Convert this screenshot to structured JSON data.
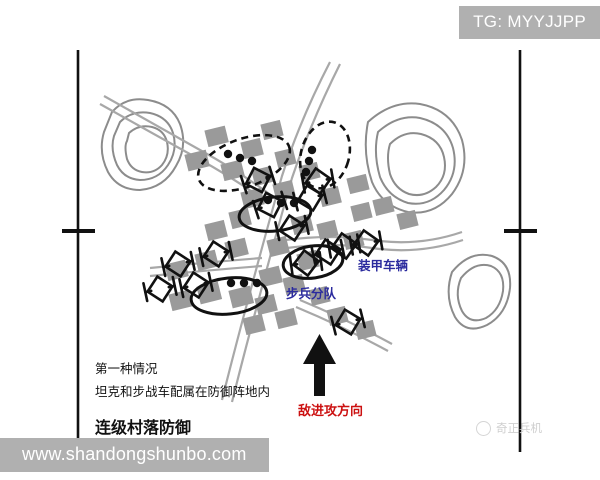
{
  "watermarks": {
    "top_right": "TG: MYYJJPP",
    "bottom_left": "www.shandongshunbo.com"
  },
  "credit": {
    "icon": "wechat-icon",
    "text": "奇正兵机"
  },
  "labels": {
    "armored_vehicles": "装甲车辆",
    "infantry_unit": "步兵分队",
    "enemy_attack_direction": "敌进攻方向",
    "case_line_1": "第一种情况",
    "case_line_2": "坦克和步战车配属在防御阵地内",
    "title": "连级村落防御"
  },
  "colors": {
    "blue_label": "#2b2b9e",
    "red_label": "#cc1111",
    "building": "#9a9a9a",
    "terrain": "#8c8c8c",
    "road": "#a8a8a8",
    "symbol": "#111111",
    "watermark_bg": "#b0b0b0"
  },
  "map": {
    "frame": {
      "left_border": true,
      "right_border": true,
      "tick_marks": 2
    },
    "arrow": {
      "name": "enemy-attack-arrow",
      "direction": "up"
    },
    "ellipses_solid": 3,
    "ellipses_dashed": 2,
    "tank_symbols": 14,
    "infantry_dot_groups": 4,
    "terrain_contour_groups": 3
  }
}
